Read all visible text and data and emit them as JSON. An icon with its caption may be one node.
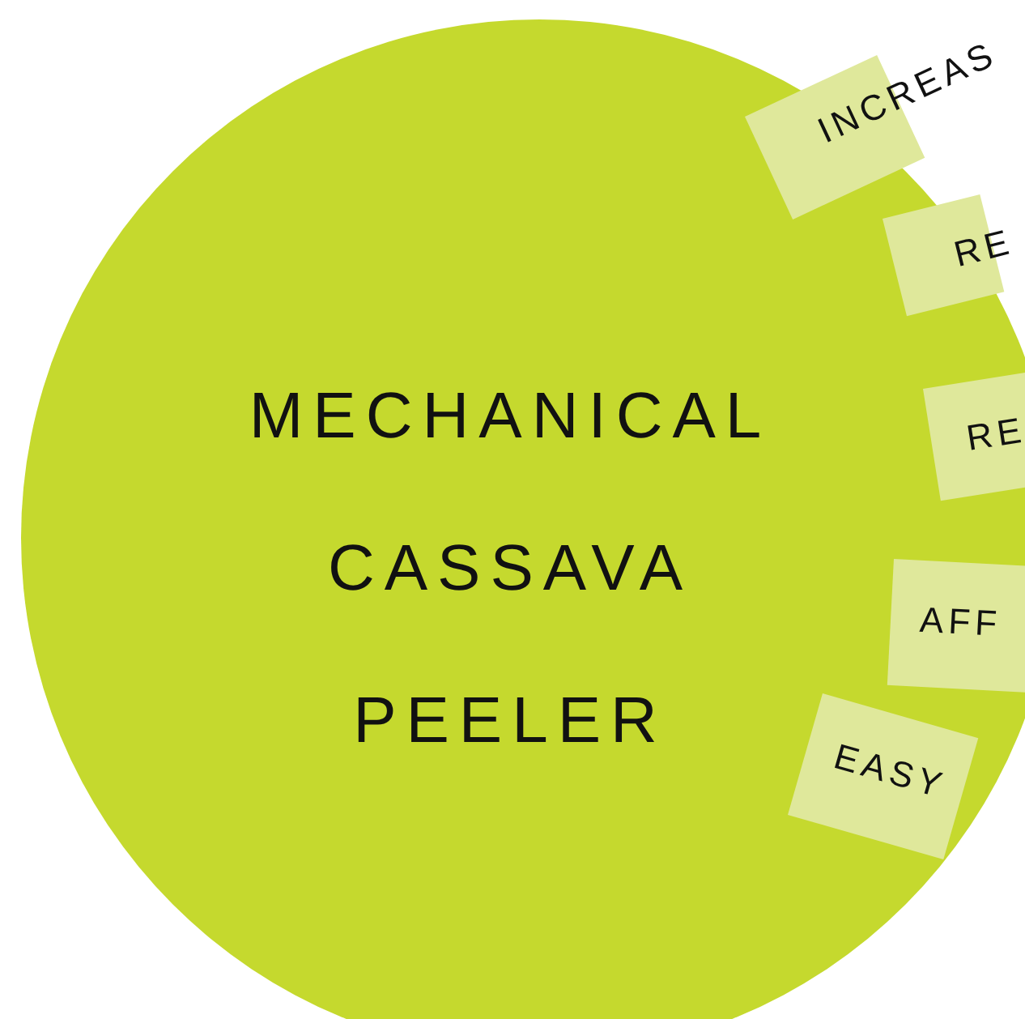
{
  "diagram": {
    "nodes": [
      {
        "text": [
          "MECHANICAL CASSAVA PEELER"
        ]
      },
      {
        "text": [
          "INCREAS"
        ],
        "in": 0
      },
      {
        "text": [
          "RE"
        ],
        "in": 0
      },
      {
        "text": [
          "RE"
        ],
        "in": 0
      },
      {
        "text": [
          "AFF"
        ],
        "in": 0
      },
      {
        "text": [
          "EASY"
        ],
        "in": 0
      }
    ]
  }
}
